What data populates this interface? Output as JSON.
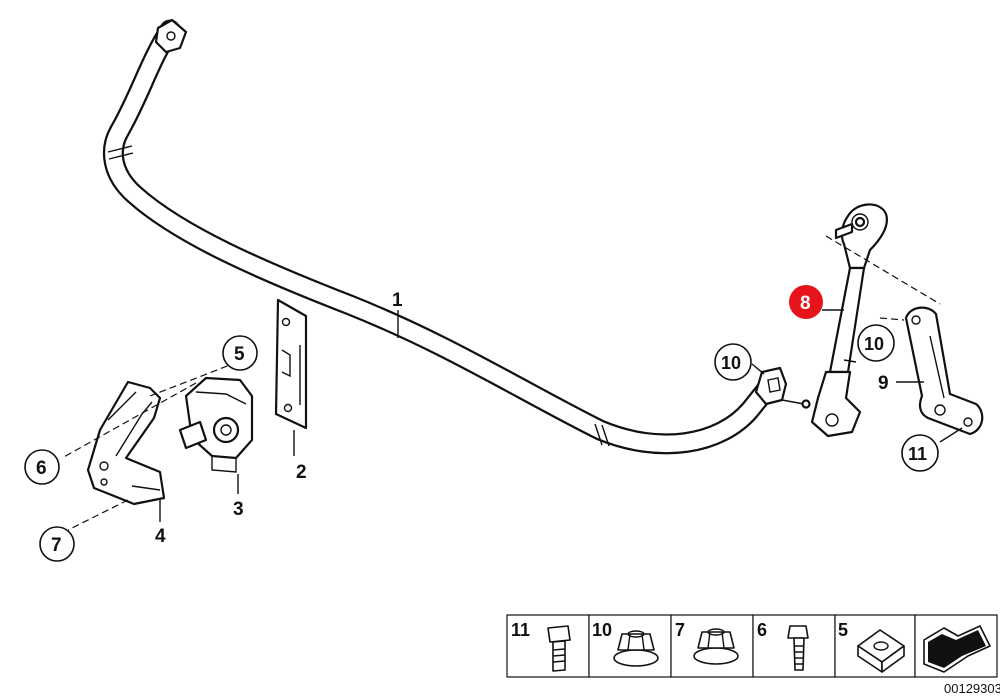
{
  "callouts": {
    "c1": "1",
    "c2": "2",
    "c3": "3",
    "c4": "4",
    "c5": "5",
    "c6": "6",
    "c7": "7",
    "c8": "8",
    "c9": "9",
    "c10a": "10",
    "c10b": "10",
    "c11": "11"
  },
  "legend": {
    "items": [
      {
        "number": "11",
        "icon": "bolt-icon"
      },
      {
        "number": "10",
        "icon": "flange-nut-icon"
      },
      {
        "number": "7",
        "icon": "flange-nut-icon"
      },
      {
        "number": "6",
        "icon": "bolt-icon"
      },
      {
        "number": "5",
        "icon": "square-nut-icon"
      }
    ],
    "arrow_icon": "direction-arrow-icon"
  },
  "drawing_number": "00129303",
  "colors": {
    "highlight": "#e8141c",
    "line": "#111111",
    "background": "#ffffff"
  }
}
